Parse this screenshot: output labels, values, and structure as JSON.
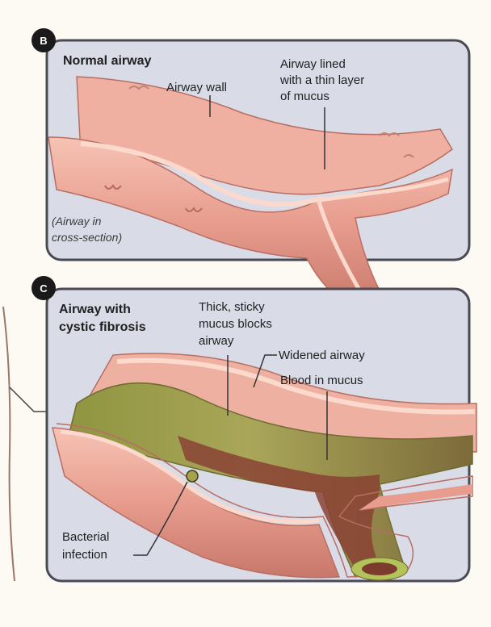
{
  "panel_b": {
    "badge": "B",
    "title": "Normal airway",
    "labels": {
      "airway_wall": "Airway wall",
      "mucus_line1": "Airway lined",
      "mucus_line2": "with a thin layer",
      "mucus_line3": "of mucus",
      "cross_line1": "(Airway in",
      "cross_line2": "cross-section)"
    }
  },
  "panel_c": {
    "badge": "C",
    "title_line1": "Airway with",
    "title_line2": "cystic fibrosis",
    "labels": {
      "thick_line1": "Thick, sticky",
      "thick_line2": "mucus blocks",
      "thick_line3": "airway",
      "widened": "Widened airway",
      "blood": "Blood in mucus",
      "bact_line1": "Bacterial",
      "bact_line2": "infection"
    }
  },
  "colors": {
    "panel_fill": "#d9dbe7",
    "panel_border": "#4a4a55",
    "tissue_outer": "#e4958a",
    "tissue_inner": "#f2b7a9",
    "lumen_dark": "#a8594b",
    "mucus_green": "#9c9a4d",
    "blood_dark": "#7d3b2e"
  }
}
